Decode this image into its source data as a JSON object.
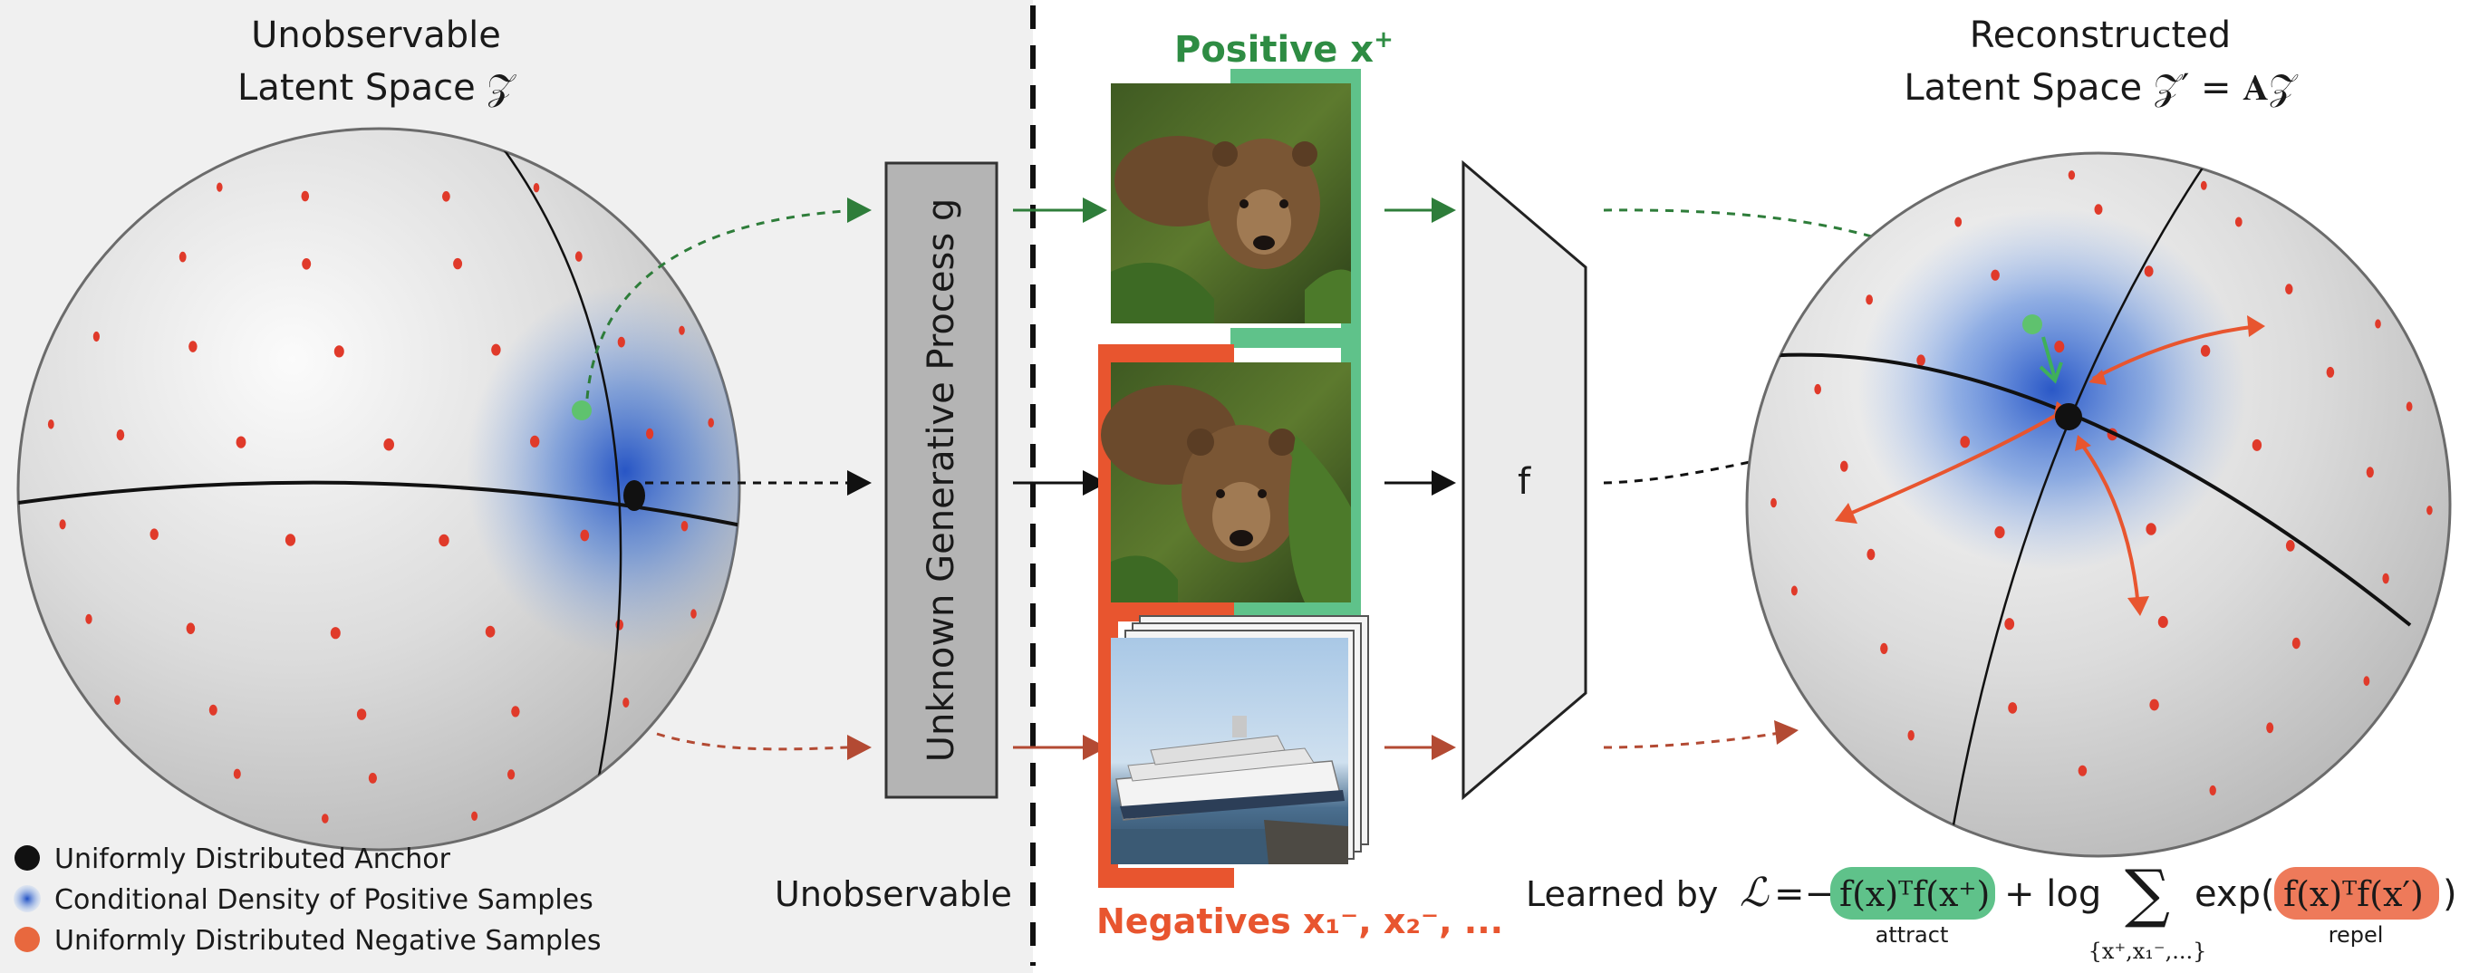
{
  "left_panel": {
    "title_line1": "Unobservable",
    "title_line2": "Latent Space 𝒵",
    "footer_label": "Unobservable"
  },
  "legend": [
    {
      "label": "Uniformly Distributed Anchor",
      "color": "#111111",
      "icon": "black-dot-icon"
    },
    {
      "label": "Conditional Density of Positive Samples",
      "color": "#3a6fd0",
      "icon": "blue-blur-icon"
    },
    {
      "label": "Uniformly Distributed Negative Samples",
      "color": "#e8683e",
      "icon": "orange-dot-icon"
    }
  ],
  "generator": {
    "label": "Unknown Generative Process g"
  },
  "images": {
    "positive_label_base": "Positive x",
    "positive_label_sup": "+",
    "negatives_label": "Negatives x₁⁻, x₂⁻, ...",
    "positive_image": "bear-image",
    "anchor_image": "bear-image",
    "negative_image": "cruise-ship-image"
  },
  "encoder": {
    "label": "f"
  },
  "right_panel": {
    "title_line1": "Reconstructed",
    "title_line2": "Latent Space 𝒵′ = 𝐀𝒵"
  },
  "loss": {
    "prefix": "Learned by",
    "L": "ℒ",
    "eq": "=−",
    "attract_term": "f(x)ᵀf(x⁺)",
    "attract_label": "attract",
    "plus_log": "+ log",
    "sum_symbol": "∑",
    "sum_sub": "{x⁺,x₁⁻,...}",
    "exp_open": "exp(",
    "repel_term": "f(x)ᵀf(x′)",
    "exp_close": ")",
    "repel_label": "repel"
  },
  "colors": {
    "positive": "#2e9a4e",
    "positive_fill": "#5fc28a",
    "negative": "#e8552f",
    "negative_fill": "#ee7a5a",
    "anchor": "#111111",
    "density": "#2f66d1",
    "panel_bg": "#f0f0f0",
    "dot": "#e03a2a"
  }
}
